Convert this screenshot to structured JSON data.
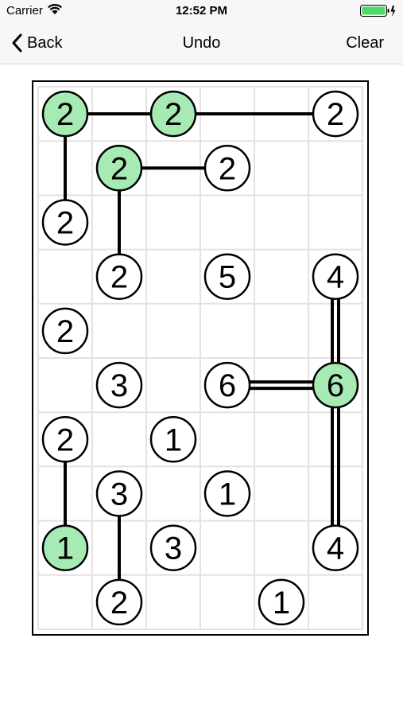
{
  "status_bar": {
    "carrier": "Carrier",
    "time": "12:52 PM"
  },
  "nav": {
    "back_label": "Back",
    "title": "Undo",
    "clear_label": "Clear"
  },
  "puzzle": {
    "columns": 6,
    "rows": 10,
    "colors": {
      "grid": "#e2e2e2",
      "border": "#000000",
      "island_fill": "#ffffff",
      "island_selected_fill": "#a6eab4",
      "bridge": "#000000"
    },
    "islands": [
      {
        "id": "a",
        "row": 0,
        "col": 0,
        "value": "2",
        "selected": true
      },
      {
        "id": "b",
        "row": 0,
        "col": 2,
        "value": "2",
        "selected": true
      },
      {
        "id": "c",
        "row": 0,
        "col": 5,
        "value": "2",
        "selected": false
      },
      {
        "id": "d",
        "row": 1,
        "col": 1,
        "value": "2",
        "selected": true
      },
      {
        "id": "e",
        "row": 1,
        "col": 3,
        "value": "2",
        "selected": false
      },
      {
        "id": "f",
        "row": 2,
        "col": 0,
        "value": "2",
        "selected": false
      },
      {
        "id": "g",
        "row": 3,
        "col": 1,
        "value": "2",
        "selected": false
      },
      {
        "id": "h",
        "row": 3,
        "col": 3,
        "value": "5",
        "selected": false
      },
      {
        "id": "i",
        "row": 3,
        "col": 5,
        "value": "4",
        "selected": false
      },
      {
        "id": "j",
        "row": 4,
        "col": 0,
        "value": "2",
        "selected": false
      },
      {
        "id": "k",
        "row": 5,
        "col": 1,
        "value": "3",
        "selected": false
      },
      {
        "id": "l",
        "row": 5,
        "col": 3,
        "value": "6",
        "selected": false
      },
      {
        "id": "m",
        "row": 5,
        "col": 5,
        "value": "6",
        "selected": true
      },
      {
        "id": "n",
        "row": 6,
        "col": 0,
        "value": "2",
        "selected": false
      },
      {
        "id": "o",
        "row": 6,
        "col": 2,
        "value": "1",
        "selected": false
      },
      {
        "id": "p",
        "row": 7,
        "col": 1,
        "value": "3",
        "selected": false
      },
      {
        "id": "q",
        "row": 7,
        "col": 3,
        "value": "1",
        "selected": false
      },
      {
        "id": "r",
        "row": 8,
        "col": 0,
        "value": "1",
        "selected": true
      },
      {
        "id": "s",
        "row": 8,
        "col": 2,
        "value": "3",
        "selected": false
      },
      {
        "id": "t",
        "row": 8,
        "col": 5,
        "value": "4",
        "selected": false
      },
      {
        "id": "u",
        "row": 9,
        "col": 1,
        "value": "2",
        "selected": false
      },
      {
        "id": "v",
        "row": 9,
        "col": 4,
        "value": "1",
        "selected": false
      }
    ],
    "bridges": [
      {
        "from": "a",
        "to": "b",
        "count": 1
      },
      {
        "from": "b",
        "to": "c",
        "count": 1
      },
      {
        "from": "a",
        "to": "f",
        "count": 1
      },
      {
        "from": "d",
        "to": "e",
        "count": 1
      },
      {
        "from": "d",
        "to": "g",
        "count": 1
      },
      {
        "from": "l",
        "to": "m",
        "count": 2
      },
      {
        "from": "i",
        "to": "m",
        "count": 2
      },
      {
        "from": "m",
        "to": "t",
        "count": 2
      },
      {
        "from": "n",
        "to": "r",
        "count": 1
      },
      {
        "from": "p",
        "to": "u",
        "count": 1
      }
    ]
  }
}
